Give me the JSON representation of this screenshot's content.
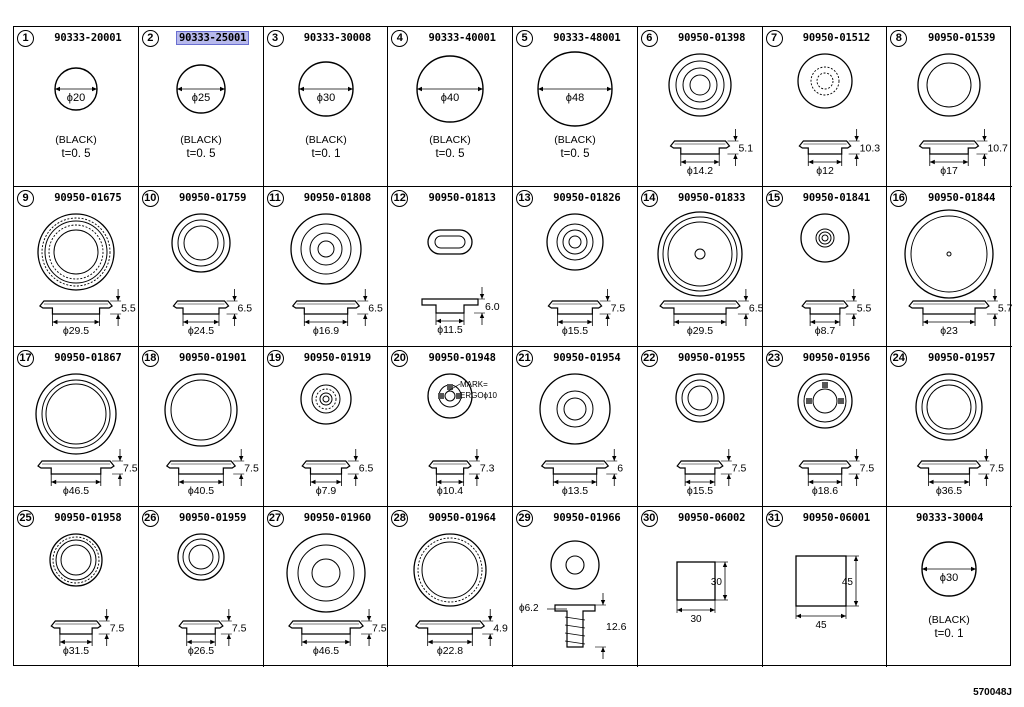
{
  "footer_code": "570048J",
  "highlight_color": "#b7b9ec",
  "parts": [
    {
      "index": "1",
      "part_no": "90333-20001",
      "kind": "plug",
      "dia": "ϕ20",
      "r": 21,
      "color": "(BLACK)",
      "thickness": "t=0. 5"
    },
    {
      "index": "2",
      "part_no": "90333-25001",
      "kind": "plug",
      "dia": "ϕ25",
      "r": 24,
      "color": "(BLACK)",
      "thickness": "t=0. 5",
      "highlight": true
    },
    {
      "index": "3",
      "part_no": "90333-30008",
      "kind": "plug",
      "dia": "ϕ30",
      "r": 27,
      "color": "(BLACK)",
      "thickness": "t=0. 1"
    },
    {
      "index": "4",
      "part_no": "90333-40001",
      "kind": "plug",
      "dia": "ϕ40",
      "r": 33,
      "color": "(BLACK)",
      "thickness": "t=0. 5"
    },
    {
      "index": "5",
      "part_no": "90333-48001",
      "kind": "plug",
      "dia": "ϕ48",
      "r": 37,
      "color": "(BLACK)",
      "thickness": "t=0. 5"
    },
    {
      "index": "6",
      "part_no": "90950-01398",
      "kind": "grommet",
      "dia": "ϕ14.2",
      "h": "5.1",
      "rings": [
        31,
        24,
        17,
        10
      ],
      "dashed": []
    },
    {
      "index": "7",
      "part_no": "90950-01512",
      "kind": "grommet",
      "dia": "ϕ12",
      "h": "10.3",
      "rings": [
        27
      ],
      "dashed": [
        14,
        8
      ]
    },
    {
      "index": "8",
      "part_no": "90950-01539",
      "kind": "grommet",
      "dia": "ϕ17",
      "h": "10.7",
      "rings": [
        31,
        22
      ],
      "dashed": []
    },
    {
      "index": "9",
      "part_no": "90950-01675",
      "kind": "grommet",
      "dia": "ϕ29.5",
      "h": "5.5",
      "rings": [
        38,
        31,
        22
      ],
      "dashed": [
        34,
        27
      ]
    },
    {
      "index": "10",
      "part_no": "90950-01759",
      "kind": "grommet",
      "dia": "ϕ24.5",
      "h": "6.5",
      "rings": [
        29,
        23,
        17
      ],
      "dashed": []
    },
    {
      "index": "11",
      "part_no": "90950-01808",
      "kind": "grommet",
      "dia": "ϕ16.9",
      "h": "6.5",
      "rings": [
        35,
        25,
        16,
        8
      ],
      "dashed": []
    },
    {
      "index": "12",
      "part_no": "90950-01813",
      "kind": "oval",
      "dia": "ϕ11.5",
      "h": "6.0"
    },
    {
      "index": "13",
      "part_no": "90950-01826",
      "kind": "grommet",
      "dia": "ϕ15.5",
      "h": "7.5",
      "rings": [
        28,
        18,
        12,
        6
      ],
      "dashed": []
    },
    {
      "index": "14",
      "part_no": "90950-01833",
      "kind": "grommet",
      "dia": "ϕ29.5",
      "h": "6.5",
      "rings": [
        42,
        37,
        32,
        5
      ],
      "dashed": []
    },
    {
      "index": "15",
      "part_no": "90950-01841",
      "kind": "grommet",
      "dia": "ϕ8.7",
      "h": "5.5",
      "rings": [
        24,
        9,
        6,
        3
      ],
      "dashed": []
    },
    {
      "index": "16",
      "part_no": "90950-01844",
      "kind": "grommet",
      "dia": "ϕ23",
      "h": "5.7",
      "rings": [
        44,
        38,
        2
      ],
      "dashed": []
    },
    {
      "index": "17",
      "part_no": "90950-01867",
      "kind": "grommet",
      "dia": "ϕ46.5",
      "h": "7.5",
      "rings": [
        40,
        34,
        30
      ],
      "dashed": []
    },
    {
      "index": "18",
      "part_no": "90950-01901",
      "kind": "grommet",
      "dia": "ϕ40.5",
      "h": "7.5",
      "rings": [
        36,
        30
      ],
      "dashed": []
    },
    {
      "index": "19",
      "part_no": "90950-01919",
      "kind": "grommet",
      "dia": "ϕ7.9",
      "h": "6.5",
      "rings": [
        25,
        14,
        6,
        3
      ],
      "dashed": [
        10
      ]
    },
    {
      "index": "20",
      "part_no": "90950-01948",
      "kind": "grommet",
      "dia": "ϕ10.4",
      "h": "7.3",
      "rings": [
        22,
        11,
        5
      ],
      "dashed": [],
      "mark": "MARK=",
      "mark2": "ERGOϕ10",
      "slots": true
    },
    {
      "index": "21",
      "part_no": "90950-01954",
      "kind": "grommet",
      "dia": "ϕ13.5",
      "h": "6",
      "rings": [
        35,
        18,
        11
      ],
      "dashed": []
    },
    {
      "index": "22",
      "part_no": "90950-01955",
      "kind": "grommet",
      "dia": "ϕ15.5",
      "h": "7.5",
      "rings": [
        24,
        18,
        12
      ],
      "dashed": []
    },
    {
      "index": "23",
      "part_no": "90950-01956",
      "kind": "grommet",
      "dia": "ϕ18.6",
      "h": "7.5",
      "rings": [
        27,
        21,
        12
      ],
      "dashed": [],
      "slots": true
    },
    {
      "index": "24",
      "part_no": "90950-01957",
      "kind": "grommet",
      "dia": "ϕ36.5",
      "h": "7.5",
      "rings": [
        33,
        27,
        22
      ],
      "dashed": []
    },
    {
      "index": "25",
      "part_no": "90950-01958",
      "kind": "grommet",
      "dia": "ϕ31.5",
      "h": "7.5",
      "rings": [
        26,
        20,
        15
      ],
      "dashed": [
        23
      ]
    },
    {
      "index": "26",
      "part_no": "90950-01959",
      "kind": "grommet",
      "dia": "ϕ26.5",
      "h": "7.5",
      "rings": [
        23,
        18,
        12
      ],
      "dashed": []
    },
    {
      "index": "27",
      "part_no": "90950-01960",
      "kind": "grommet",
      "dia": "ϕ46.5",
      "h": "7.5",
      "rings": [
        39,
        28,
        14
      ],
      "dashed": []
    },
    {
      "index": "28",
      "part_no": "90950-01964",
      "kind": "grommet",
      "dia": "ϕ22.8",
      "h": "4.9",
      "rings": [
        36,
        28
      ],
      "dashed": [
        32
      ]
    },
    {
      "index": "29",
      "part_no": "90950-01966",
      "kind": "clip",
      "dia": "ϕ6.2",
      "h": "12.6",
      "rings": [
        24,
        9
      ],
      "dashed": []
    },
    {
      "index": "30",
      "part_no": "90950-06002",
      "kind": "square",
      "side": "30",
      "s": 38
    },
    {
      "index": "31",
      "part_no": "90950-06001",
      "kind": "square",
      "side": "45",
      "s": 50
    },
    {
      "index": "",
      "part_no": "90333-30004",
      "kind": "plug",
      "dia": "ϕ30",
      "r": 27,
      "color": "(BLACK)",
      "thickness": "t=0. 1"
    }
  ]
}
